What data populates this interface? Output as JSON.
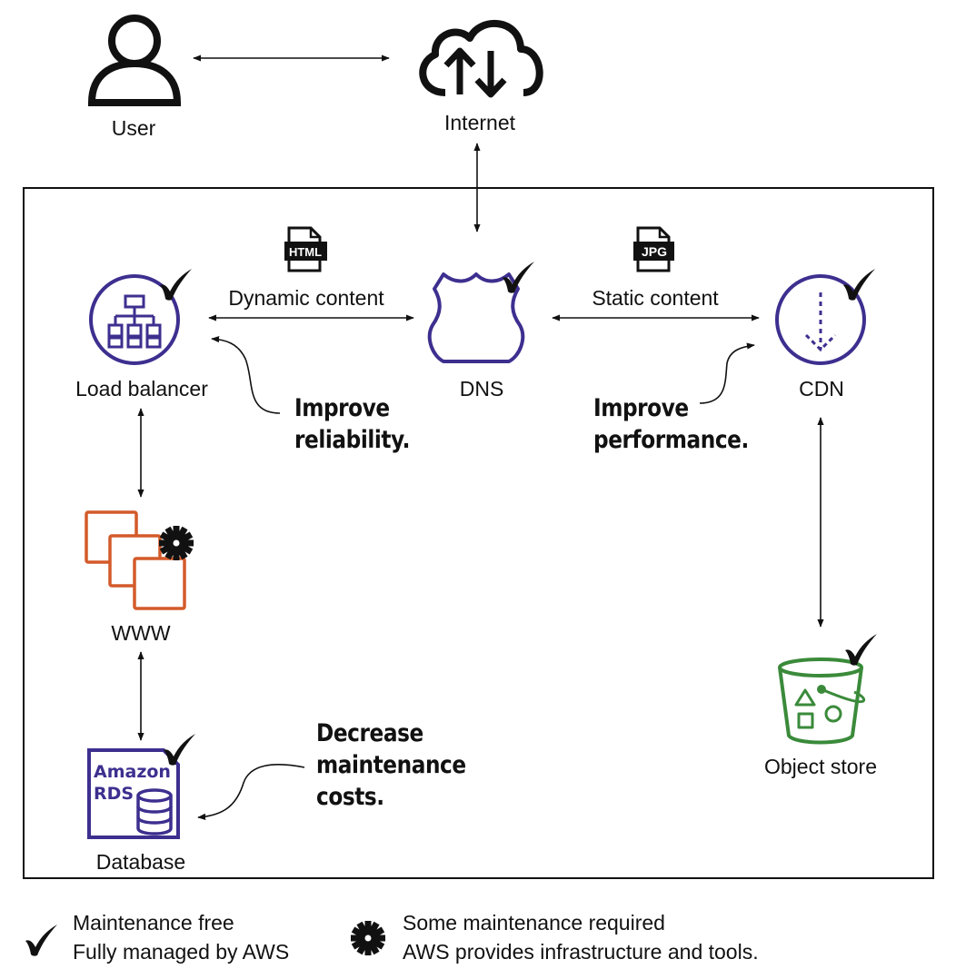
{
  "nodes": {
    "user": "User",
    "internet": "Internet",
    "load_balancer": "Load balancer",
    "dns": "DNS",
    "cdn": "CDN",
    "www": "WWW",
    "database": "Database",
    "object_store": "Object store"
  },
  "edges": {
    "dynamic_content": "Dynamic content",
    "static_content": "Static content"
  },
  "file_badges": {
    "html": "HTML",
    "jpg": "JPG"
  },
  "rds_icon": {
    "line1": "Amazon",
    "line2": "RDS"
  },
  "annotations": {
    "reliability": "Improve\nreliability.",
    "performance": "Improve\nperformance.",
    "maintenance": "Decrease\nmaintenance\ncosts."
  },
  "legend": {
    "check_line1": "Maintenance free",
    "check_line2": "Fully managed by AWS",
    "gear_line1": "Some maintenance required",
    "gear_line2": "AWS provides infrastructure and tools."
  },
  "colors": {
    "purple": "#3d2f8f",
    "orange": "#d35a2a",
    "green": "#3a8a3a",
    "ink": "#111111"
  }
}
